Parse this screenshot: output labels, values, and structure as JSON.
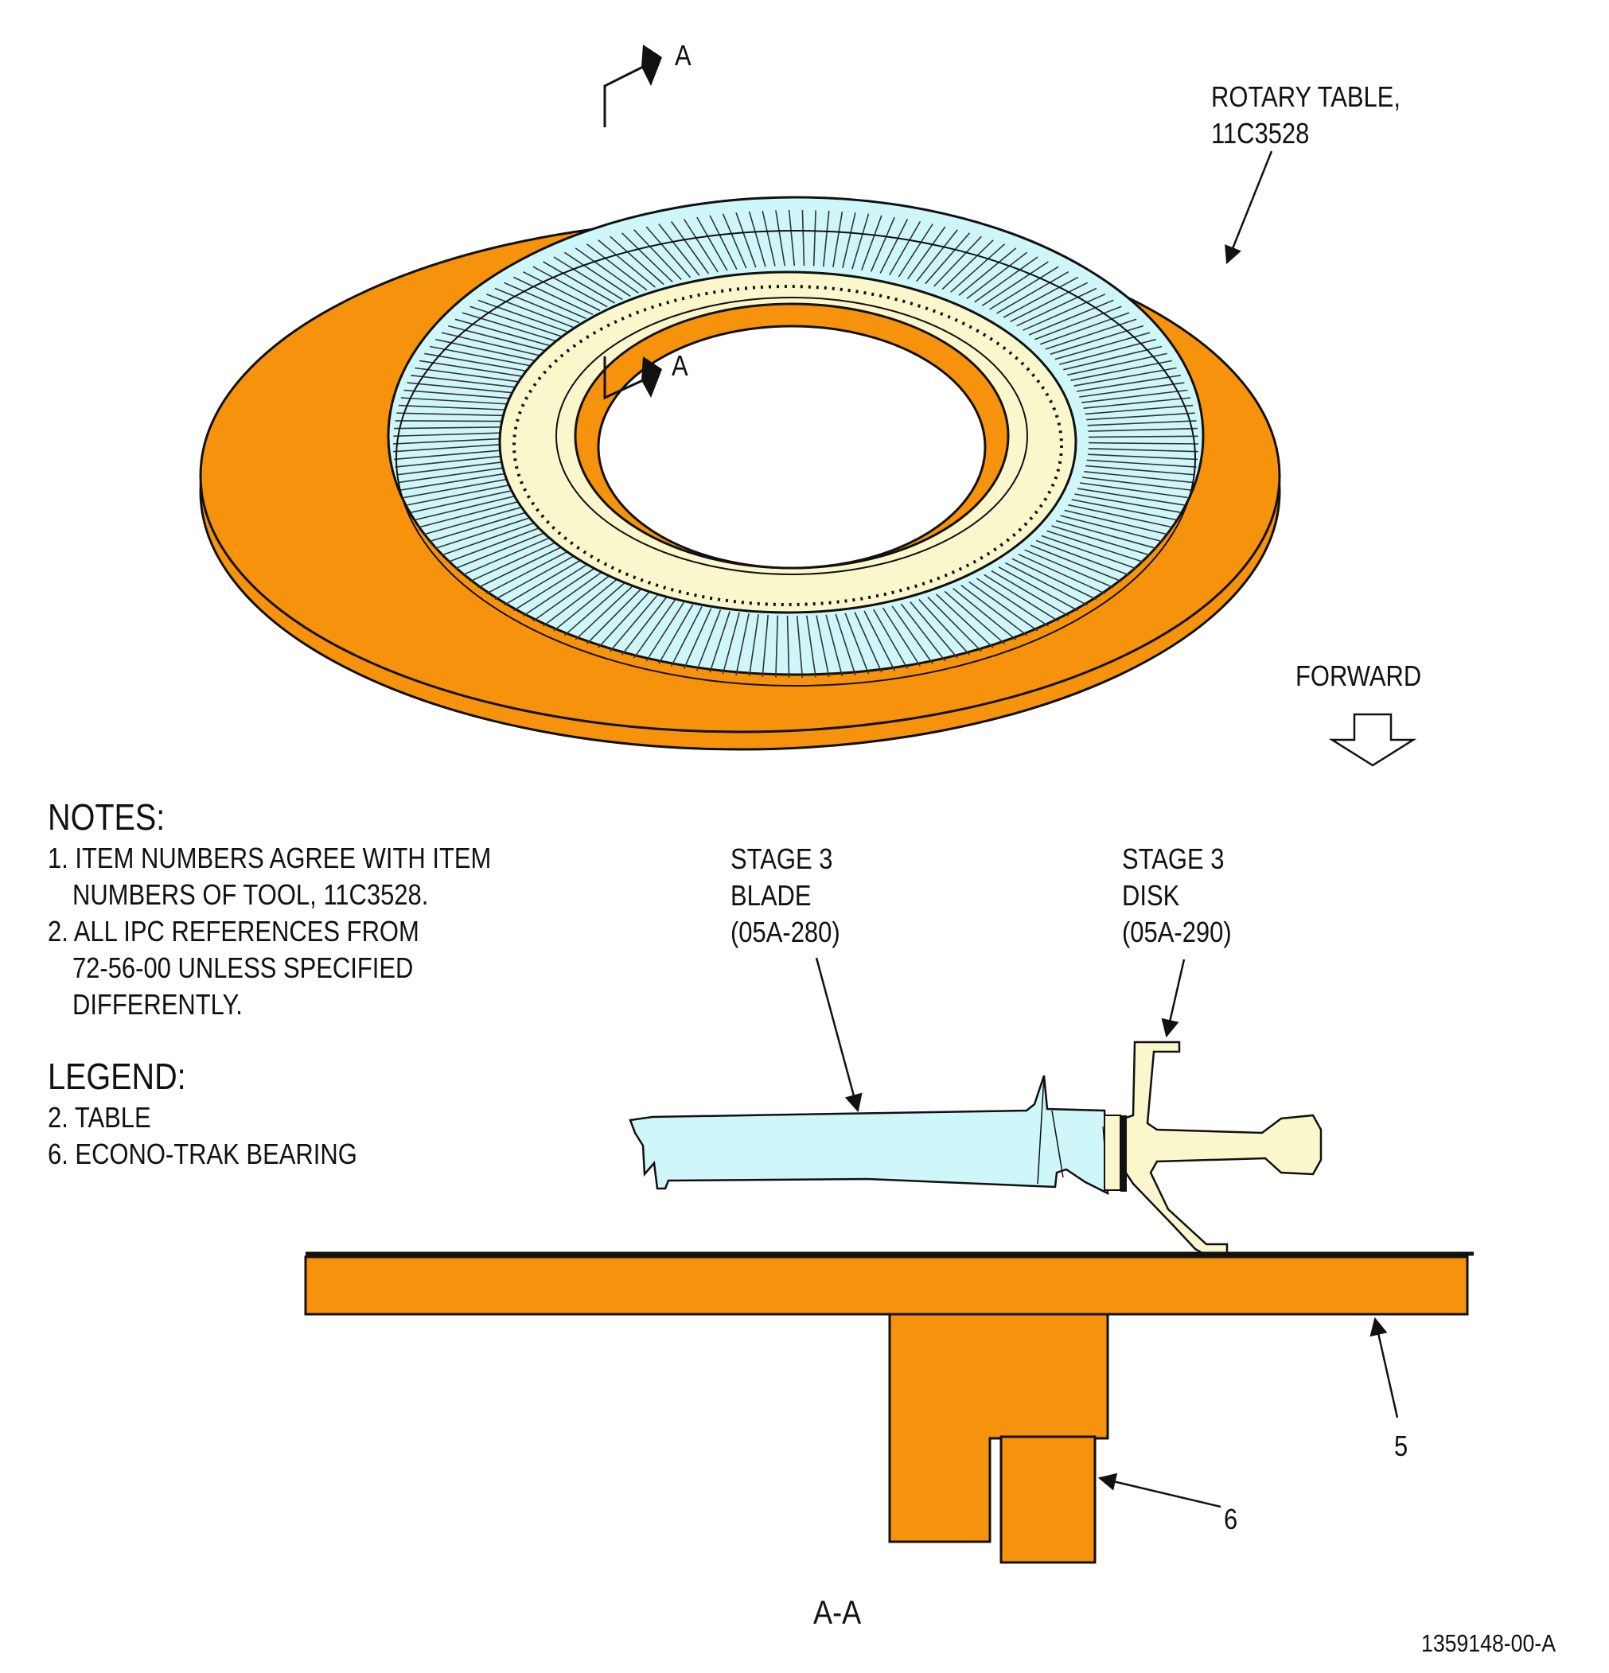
{
  "callouts": {
    "section_mark_top": "A",
    "section_mark_bottom": "A",
    "rotary_table_line1": "ROTARY TABLE,",
    "rotary_table_line2": "11C3528",
    "forward": "FORWARD",
    "blade_line1": "STAGE 3",
    "blade_line2": "BLADE",
    "blade_line3": "(05A-280)",
    "disk_line1": "STAGE 3",
    "disk_line2": "DISK",
    "disk_line3": "(05A-290)",
    "item_5": "5",
    "item_6": "6",
    "section_view_title": "A-A",
    "figure_number": "1359148-00-A"
  },
  "notes": {
    "title": "NOTES:",
    "items": [
      {
        "line1": "1. ITEM NUMBERS AGREE WITH ITEM",
        "line2": "NUMBERS OF TOOL, 11C3528."
      },
      {
        "line1": "2. ALL IPC REFERENCES FROM",
        "line2": "72-56-00 UNLESS SPECIFIED",
        "line3": "DIFFERENTLY."
      }
    ]
  },
  "legend": {
    "title": "LEGEND:",
    "items": [
      "2. TABLE",
      "6. ECONO-TRAK BEARING"
    ]
  },
  "colors": {
    "table_orange": "#F7920C",
    "blade_cyan": "#CFF7FA",
    "disk_cream": "#FBF7CC",
    "line": "#111111"
  }
}
